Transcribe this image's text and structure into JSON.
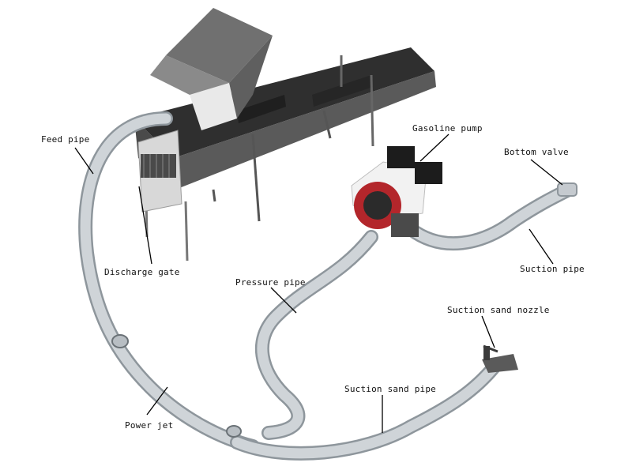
{
  "labels": {
    "feed_pipe": "Feed pipe",
    "gasoline_pump": "Gasoline pump",
    "bottom_valve": "Bottom valve",
    "discharge_gate": "Discharge gate",
    "suction_pipe": "Suction pipe",
    "pressure_pipe": "Pressure pipe",
    "suction_sand_nozzle": "Suction sand nozzle",
    "suction_sand_pipe": "Suction sand pipe",
    "power_jet": "Power jet"
  },
  "colors": {
    "pipe": "#cfd4d8",
    "pipe_edge": "#8e969c",
    "sluice": "#3b3b3b",
    "hopper": "#6b6b6b",
    "pump_body": "#f2f2f2",
    "pump_red": "#b3262b",
    "engine_black": "#1c1c1c"
  }
}
